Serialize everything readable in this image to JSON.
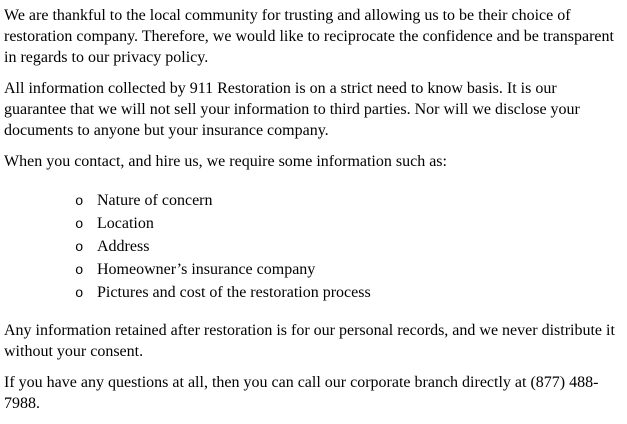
{
  "document": {
    "paragraphs": {
      "intro": "We are thankful to the local community for trusting and allowing us to be their choice of restoration company. Therefore, we would like to reciprocate the confidence and be transparent in regards to our privacy policy.",
      "guarantee": "All information collected by 911 Restoration is on a strict need to know basis. It is our guarantee that we will not sell your information to third parties. Nor will we disclose your documents to anyone but your insurance company.",
      "info_request": "When you contact, and hire us, we require some information such as:",
      "records": "Any information retained after restoration is for our personal records, and we never distribute it without your consent.",
      "contact": "If you have any questions at all, then you can call our corporate branch directly at (877) 488-7988."
    },
    "list": {
      "bullet": "o",
      "items": [
        "Nature of concern",
        "Location",
        "Address",
        "Homeowner’s insurance company",
        "Pictures and cost of the restoration process"
      ]
    },
    "colors": {
      "text": "#000000",
      "background": "#ffffff"
    }
  }
}
